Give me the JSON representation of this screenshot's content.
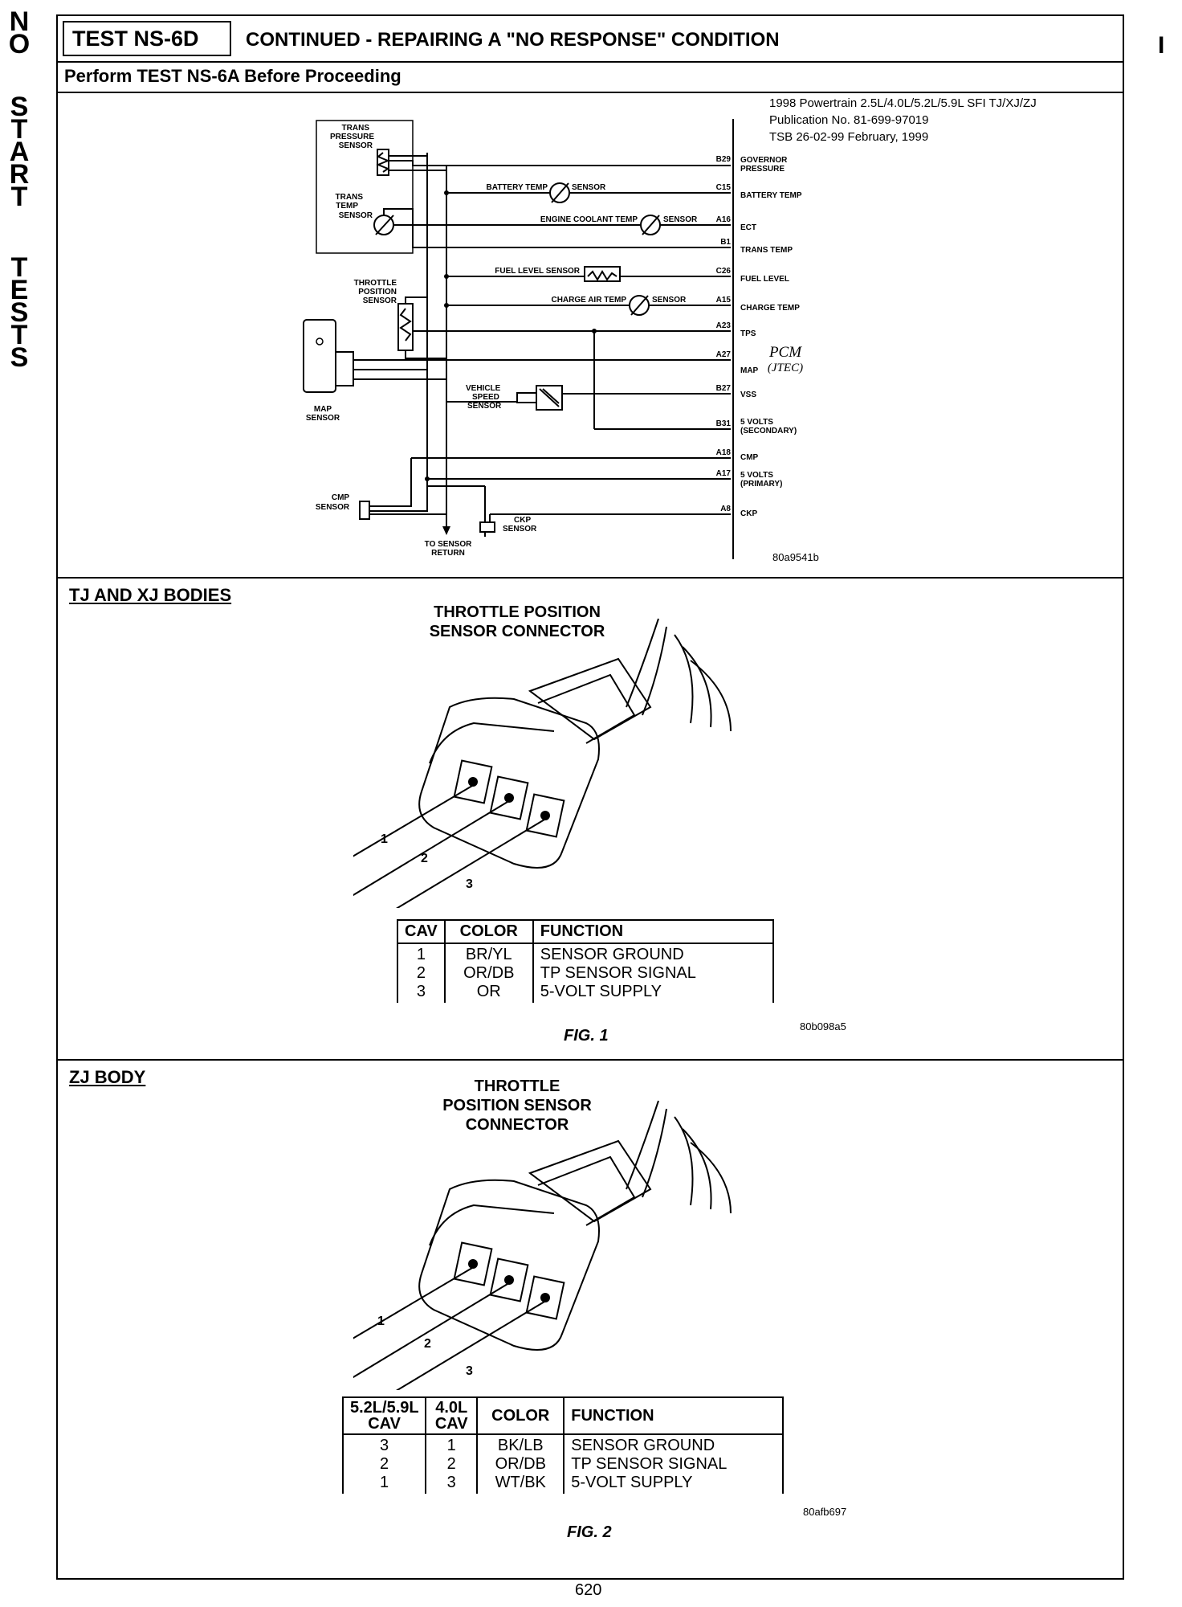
{
  "side_title": {
    "word1": [
      "N",
      "O"
    ],
    "word2": [
      "S",
      "T",
      "A",
      "R",
      "T"
    ],
    "word3": [
      "T",
      "E",
      "S",
      "T",
      "S"
    ]
  },
  "header": {
    "test_id": "TEST NS-6D",
    "title": "CONTINUED - REPAIRING A \"NO RESPONSE\" CONDITION",
    "subtitle": "Perform TEST NS-6A Before Proceeding",
    "margin_mark": "I"
  },
  "schematic": {
    "info_lines": [
      "1998 Powertrain 2.5L/4.0L/5.2L/5.9L SFI   TJ/XJ/ZJ",
      "Publication No. 81-699-97019",
      "TSB 26-02-99      February, 1999"
    ],
    "pcm_label": "PCM",
    "pcm_sub": "(JTEC)",
    "code": "80a9541b",
    "sensors": {
      "trans_pressure": [
        "TRANS",
        "PRESSURE",
        "SENSOR"
      ],
      "trans_temp": [
        "TRANS",
        "TEMP",
        "SENSOR"
      ],
      "throttle_position": [
        "THROTTLE",
        "POSITION",
        "SENSOR"
      ],
      "map": [
        "MAP",
        "SENSOR"
      ],
      "vehicle_speed": [
        "VEHICLE",
        "SPEED",
        "SENSOR"
      ],
      "cmp": [
        "CMP",
        "SENSOR"
      ],
      "ckp": [
        "CKP",
        "SENSOR"
      ],
      "to_sensor_return": [
        "TO SENSOR",
        "RETURN"
      ],
      "battery_temp": [
        "BATTERY TEMP",
        "SENSOR"
      ],
      "engine_coolant_temp": [
        "ENGINE COOLANT TEMP",
        "SENSOR"
      ],
      "fuel_level": "FUEL LEVEL SENSOR",
      "charge_air_temp": [
        "CHARGE AIR TEMP",
        "SENSOR"
      ]
    },
    "pins": [
      {
        "pin": "B29",
        "label": [
          "GOVERNOR",
          "PRESSURE"
        ]
      },
      {
        "pin": "C15",
        "label": [
          "BATTERY TEMP"
        ]
      },
      {
        "pin": "A16",
        "label": [
          "ECT"
        ]
      },
      {
        "pin": "B1",
        "label": [
          "TRANS TEMP"
        ]
      },
      {
        "pin": "C26",
        "label": [
          "FUEL LEVEL"
        ]
      },
      {
        "pin": "A15",
        "label": [
          "CHARGE TEMP"
        ]
      },
      {
        "pin": "A23",
        "label": [
          "TPS"
        ]
      },
      {
        "pin": "A27",
        "label": [
          "MAP"
        ]
      },
      {
        "pin": "B27",
        "label": [
          "VSS"
        ]
      },
      {
        "pin": "B31",
        "label": [
          "5 VOLTS",
          "(SECONDARY)"
        ]
      },
      {
        "pin": "A18",
        "label": [
          "CMP"
        ]
      },
      {
        "pin": "A17",
        "label": [
          "5 VOLTS",
          "(PRIMARY)"
        ]
      },
      {
        "pin": "A8",
        "label": [
          "CKP"
        ]
      }
    ]
  },
  "section1": {
    "title": "TJ AND XJ BODIES",
    "connector_title": [
      "THROTTLE POSITION",
      "SENSOR CONNECTOR"
    ],
    "pin_callouts": [
      "1",
      "2",
      "3"
    ],
    "table": {
      "headers": [
        "CAV",
        "COLOR",
        "FUNCTION"
      ],
      "rows": [
        [
          "1",
          "BR/YL",
          "SENSOR GROUND"
        ],
        [
          "2",
          "OR/DB",
          "TP SENSOR SIGNAL"
        ],
        [
          "3",
          "OR",
          "5-VOLT SUPPLY"
        ]
      ]
    },
    "fig": "FIG. 1",
    "code": "80b098a5"
  },
  "section2": {
    "title": "ZJ BODY",
    "connector_title": [
      "THROTTLE",
      "POSITION SENSOR",
      "CONNECTOR"
    ],
    "pin_callouts": [
      "1",
      "2",
      "3"
    ],
    "table": {
      "headers": [
        "5.2L/5.9L CAV",
        "4.0L CAV",
        "COLOR",
        "FUNCTION"
      ],
      "rows": [
        [
          "3",
          "1",
          "BK/LB",
          "SENSOR GROUND"
        ],
        [
          "2",
          "2",
          "OR/DB",
          "TP SENSOR SIGNAL"
        ],
        [
          "1",
          "3",
          "WT/BK",
          "5-VOLT SUPPLY"
        ]
      ]
    },
    "fig": "FIG. 2",
    "code": "80afb697"
  },
  "page_number": "620"
}
